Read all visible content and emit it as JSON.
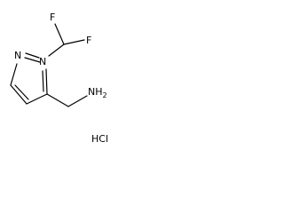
{
  "molecule": {
    "atoms": {
      "n2": "N",
      "n1": "N",
      "f_left": "F",
      "f_right": "F",
      "amine": "NH",
      "amine_sub": "2"
    },
    "salt": "HCl"
  }
}
